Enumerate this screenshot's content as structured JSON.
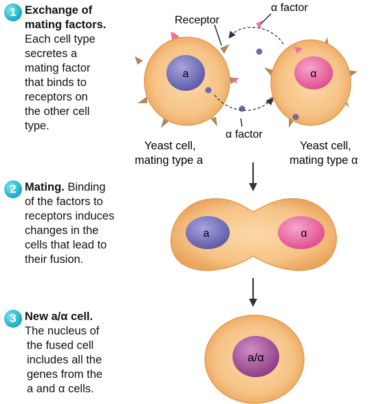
{
  "steps": [
    {
      "number": "1",
      "title": "Exchange of mating factors.",
      "lines": [
        "Exchange of",
        "mating factors.",
        "Each cell type",
        "secretes a",
        "mating factor",
        "that binds to",
        "receptors on",
        "the other cell",
        "type."
      ]
    },
    {
      "number": "2",
      "title": "Mating.",
      "lines": [
        "Mating. Binding",
        "of the factors to",
        "receptors induces",
        "changes in the",
        "cells that lead to",
        "their fusion."
      ]
    },
    {
      "number": "3",
      "title": "New a/α cell.",
      "lines": [
        "New a/α cell.",
        "The nucleus of",
        "the fused cell",
        "includes all the",
        "genes from the",
        "a and α cells."
      ]
    }
  ],
  "diagram": {
    "label_receptor": "Receptor",
    "label_alpha_factor_top": "α factor",
    "label_alpha_factor_bottom": "α factor",
    "cell_a_nucleus": "a",
    "cell_alpha_nucleus": "α",
    "cell_a_caption": [
      "Yeast cell,",
      "mating type a"
    ],
    "cell_alpha_caption": [
      "Yeast cell,",
      "mating type α"
    ],
    "fused_a_nucleus": "a",
    "fused_alpha_nucleus": "α",
    "new_cell_nucleus": "a/α"
  },
  "colors": {
    "cell_fill": "#f5c080",
    "cell_edge": "#e8a458",
    "nucleus_a": "#7b78c4",
    "nucleus_alpha": "#ec72a8",
    "nucleus_new": "#a85a9e",
    "badge": "#23b3c8",
    "receptor": "#b08860",
    "factor_pink": "#f06fa6",
    "factor_purple": "#6e6aa8"
  }
}
